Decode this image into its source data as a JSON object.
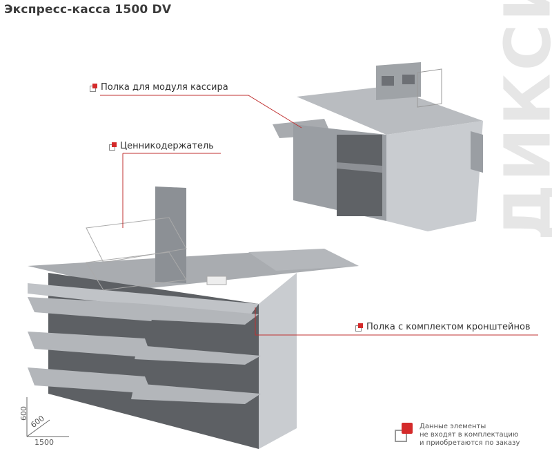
{
  "title": "Экспресс-касса 1500 DV",
  "watermark": "ДИКСИ",
  "callouts": {
    "cashier_shelf": "Полка для модуля кассира",
    "price_holder": "Ценникодержатель",
    "bracket_shelf": "Полка с комплектом кронштейнов"
  },
  "note": {
    "line1": "Данные элементы",
    "line2": "не входят в комплектацию",
    "line3": "и приобретаются по заказу"
  },
  "dimensions": {
    "height": "600",
    "depth": "600",
    "width": "1500"
  },
  "colors": {
    "accent": "#d42a2a",
    "text": "#3a3a3a"
  }
}
